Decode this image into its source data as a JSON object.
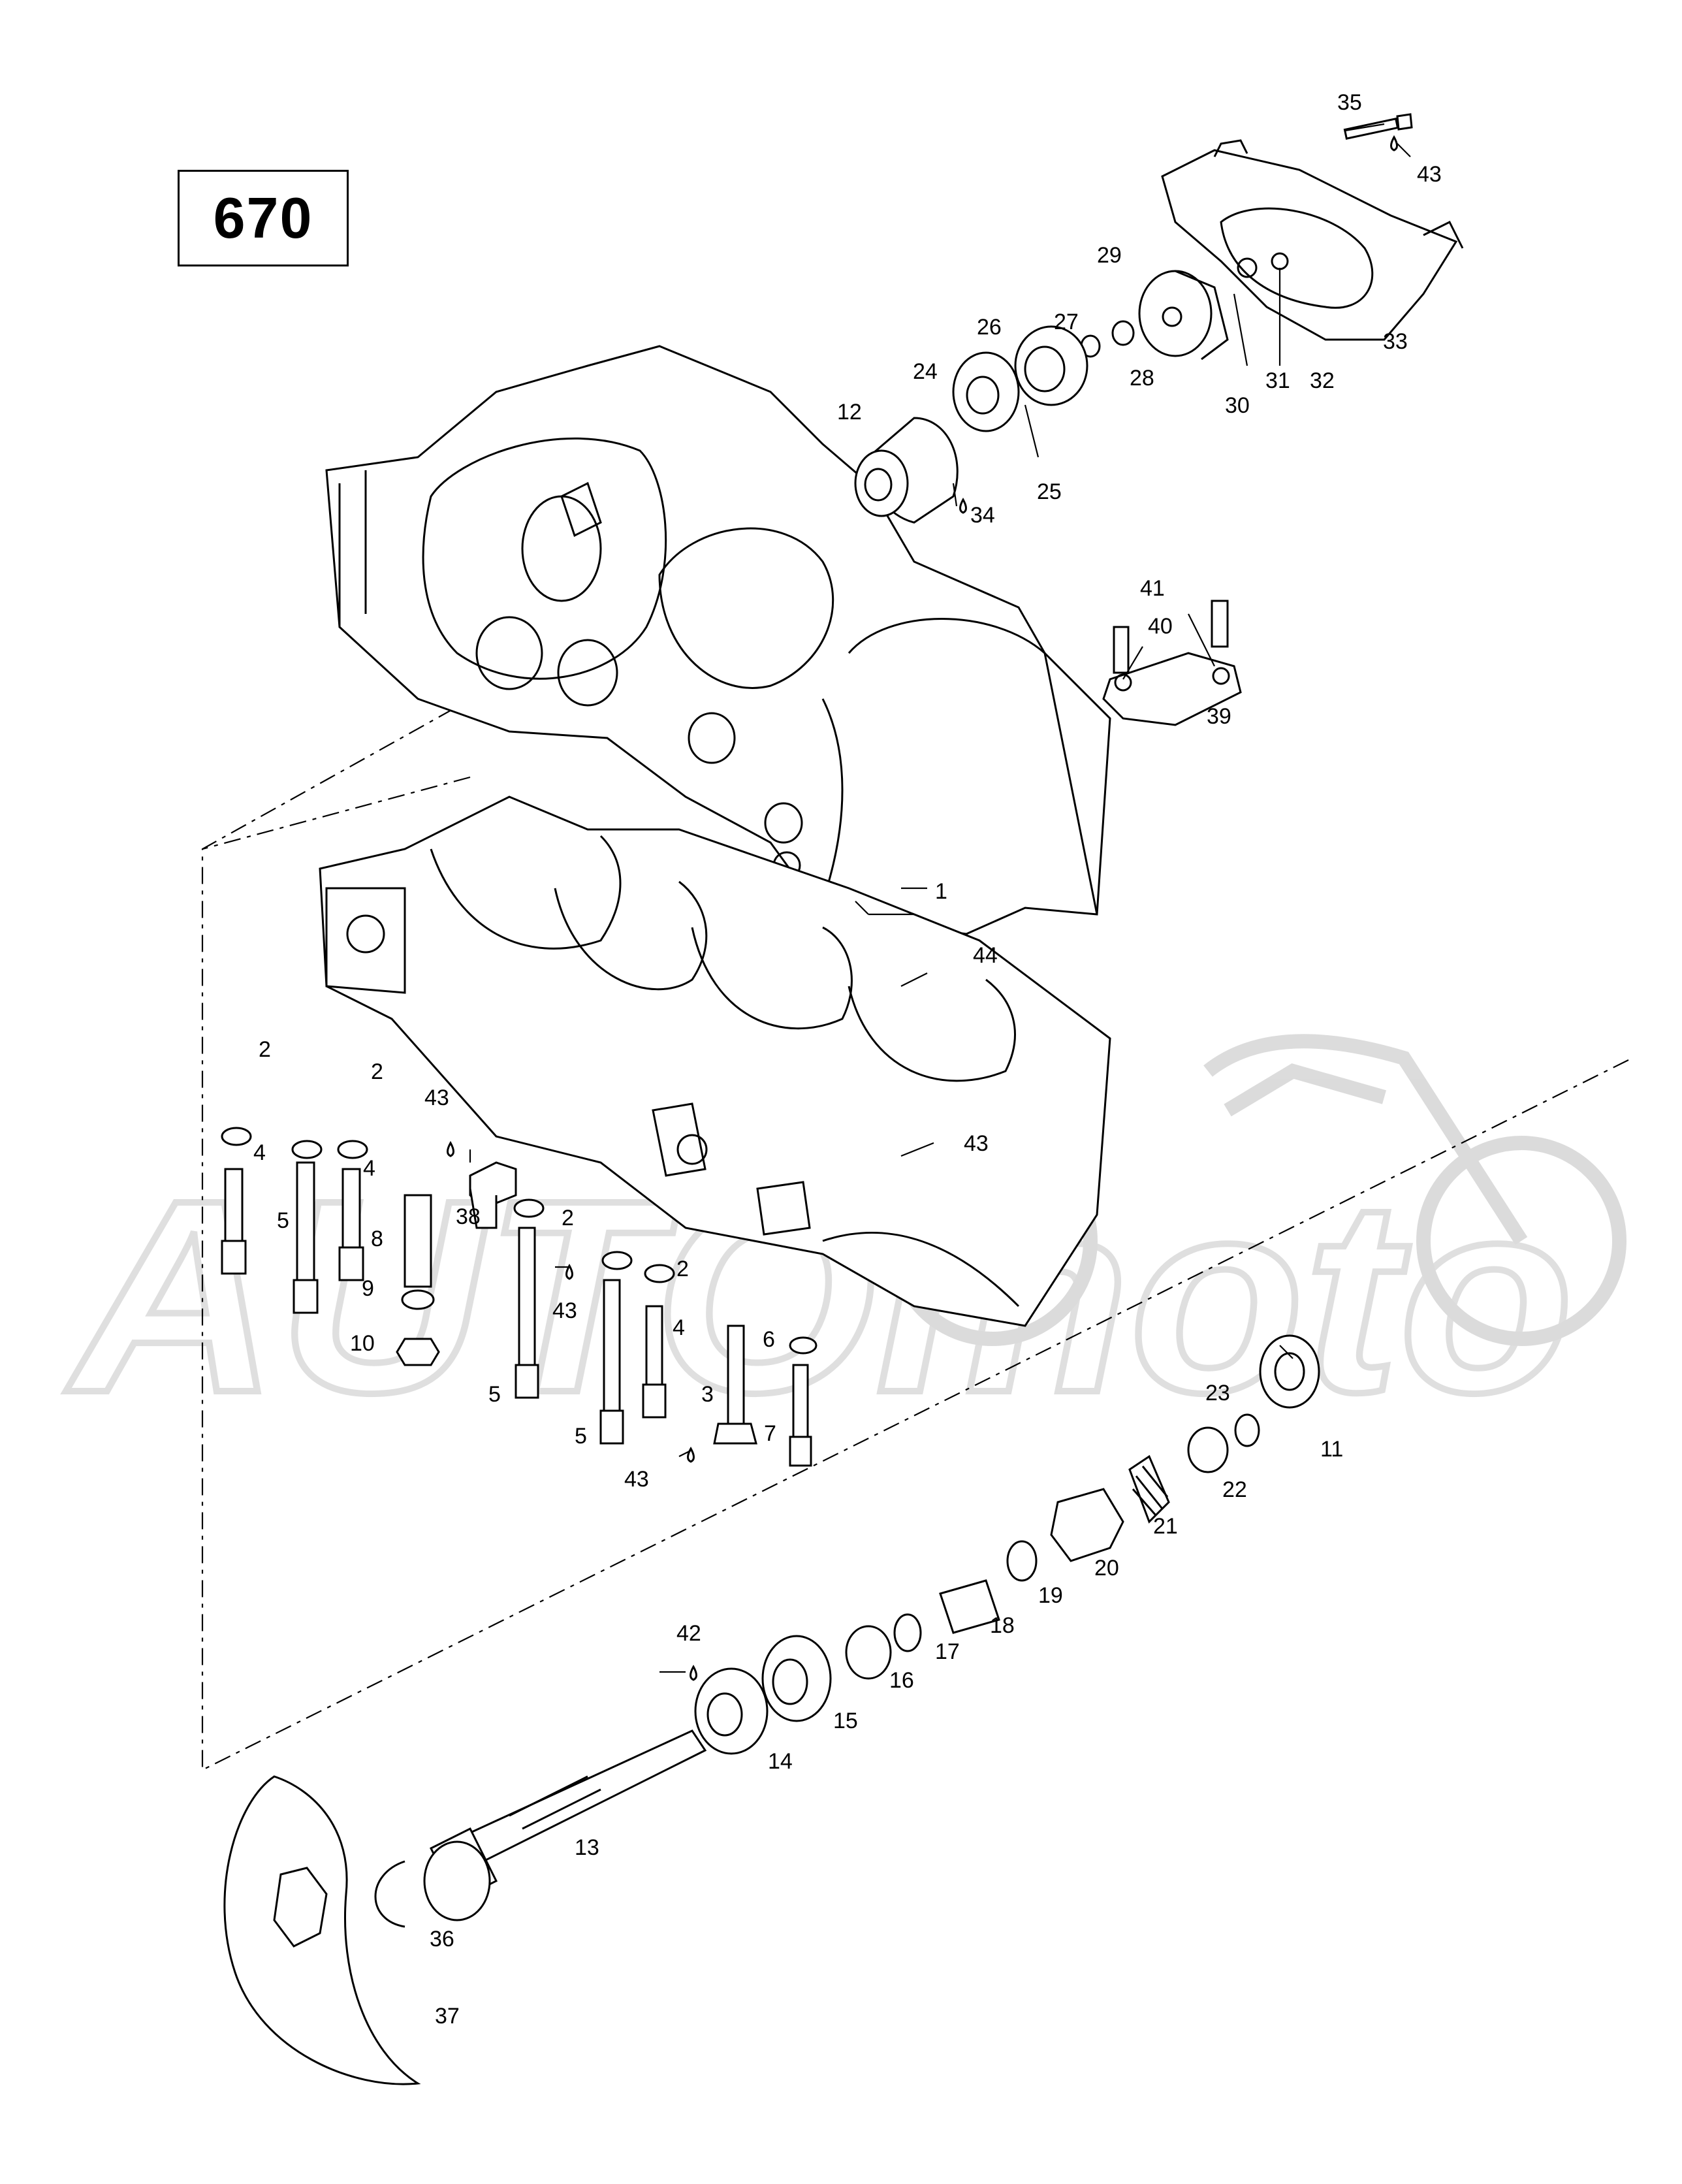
{
  "diagram": {
    "model_number": "670",
    "callouts": [
      {
        "id": "c35a",
        "label": "35"
      },
      {
        "id": "c43a",
        "label": "43"
      },
      {
        "id": "c29",
        "label": "29"
      },
      {
        "id": "c33",
        "label": "33"
      },
      {
        "id": "c26",
        "label": "26"
      },
      {
        "id": "c27",
        "label": "27"
      },
      {
        "id": "c28",
        "label": "28"
      },
      {
        "id": "c30",
        "label": "30"
      },
      {
        "id": "c31",
        "label": "31"
      },
      {
        "id": "c32",
        "label": "32"
      },
      {
        "id": "c24",
        "label": "24"
      },
      {
        "id": "c12",
        "label": "12"
      },
      {
        "id": "c25",
        "label": "25"
      },
      {
        "id": "c34",
        "label": "34"
      },
      {
        "id": "c41",
        "label": "41"
      },
      {
        "id": "c40",
        "label": "40"
      },
      {
        "id": "c39",
        "label": "39"
      },
      {
        "id": "c1",
        "label": "1"
      },
      {
        "id": "c44",
        "label": "44"
      },
      {
        "id": "c2a",
        "label": "2"
      },
      {
        "id": "c2b",
        "label": "2"
      },
      {
        "id": "c43b",
        "label": "43"
      },
      {
        "id": "c4a",
        "label": "4"
      },
      {
        "id": "c4b",
        "label": "4"
      },
      {
        "id": "c43c",
        "label": "43"
      },
      {
        "id": "c38",
        "label": "38"
      },
      {
        "id": "c5a",
        "label": "5"
      },
      {
        "id": "c8",
        "label": "8"
      },
      {
        "id": "c2c",
        "label": "2"
      },
      {
        "id": "c9",
        "label": "9"
      },
      {
        "id": "c2d",
        "label": "2"
      },
      {
        "id": "c43d",
        "label": "43"
      },
      {
        "id": "c10",
        "label": "10"
      },
      {
        "id": "c4c",
        "label": "4"
      },
      {
        "id": "c6",
        "label": "6"
      },
      {
        "id": "c5b",
        "label": "5"
      },
      {
        "id": "c3",
        "label": "3"
      },
      {
        "id": "c5c",
        "label": "5"
      },
      {
        "id": "c7",
        "label": "7"
      },
      {
        "id": "c43e",
        "label": "43"
      },
      {
        "id": "c23",
        "label": "23"
      },
      {
        "id": "c11",
        "label": "11"
      },
      {
        "id": "c22",
        "label": "22"
      },
      {
        "id": "c21",
        "label": "21"
      },
      {
        "id": "c20",
        "label": "20"
      },
      {
        "id": "c19",
        "label": "19"
      },
      {
        "id": "c18",
        "label": "18"
      },
      {
        "id": "c17",
        "label": "17"
      },
      {
        "id": "c42",
        "label": "42"
      },
      {
        "id": "c16",
        "label": "16"
      },
      {
        "id": "c15",
        "label": "15"
      },
      {
        "id": "c14",
        "label": "14"
      },
      {
        "id": "c13",
        "label": "13"
      },
      {
        "id": "c36",
        "label": "36"
      },
      {
        "id": "c37",
        "label": "37"
      }
    ]
  },
  "watermark": {
    "text": "AUTOmoto",
    "color": "#d8d8d8"
  }
}
